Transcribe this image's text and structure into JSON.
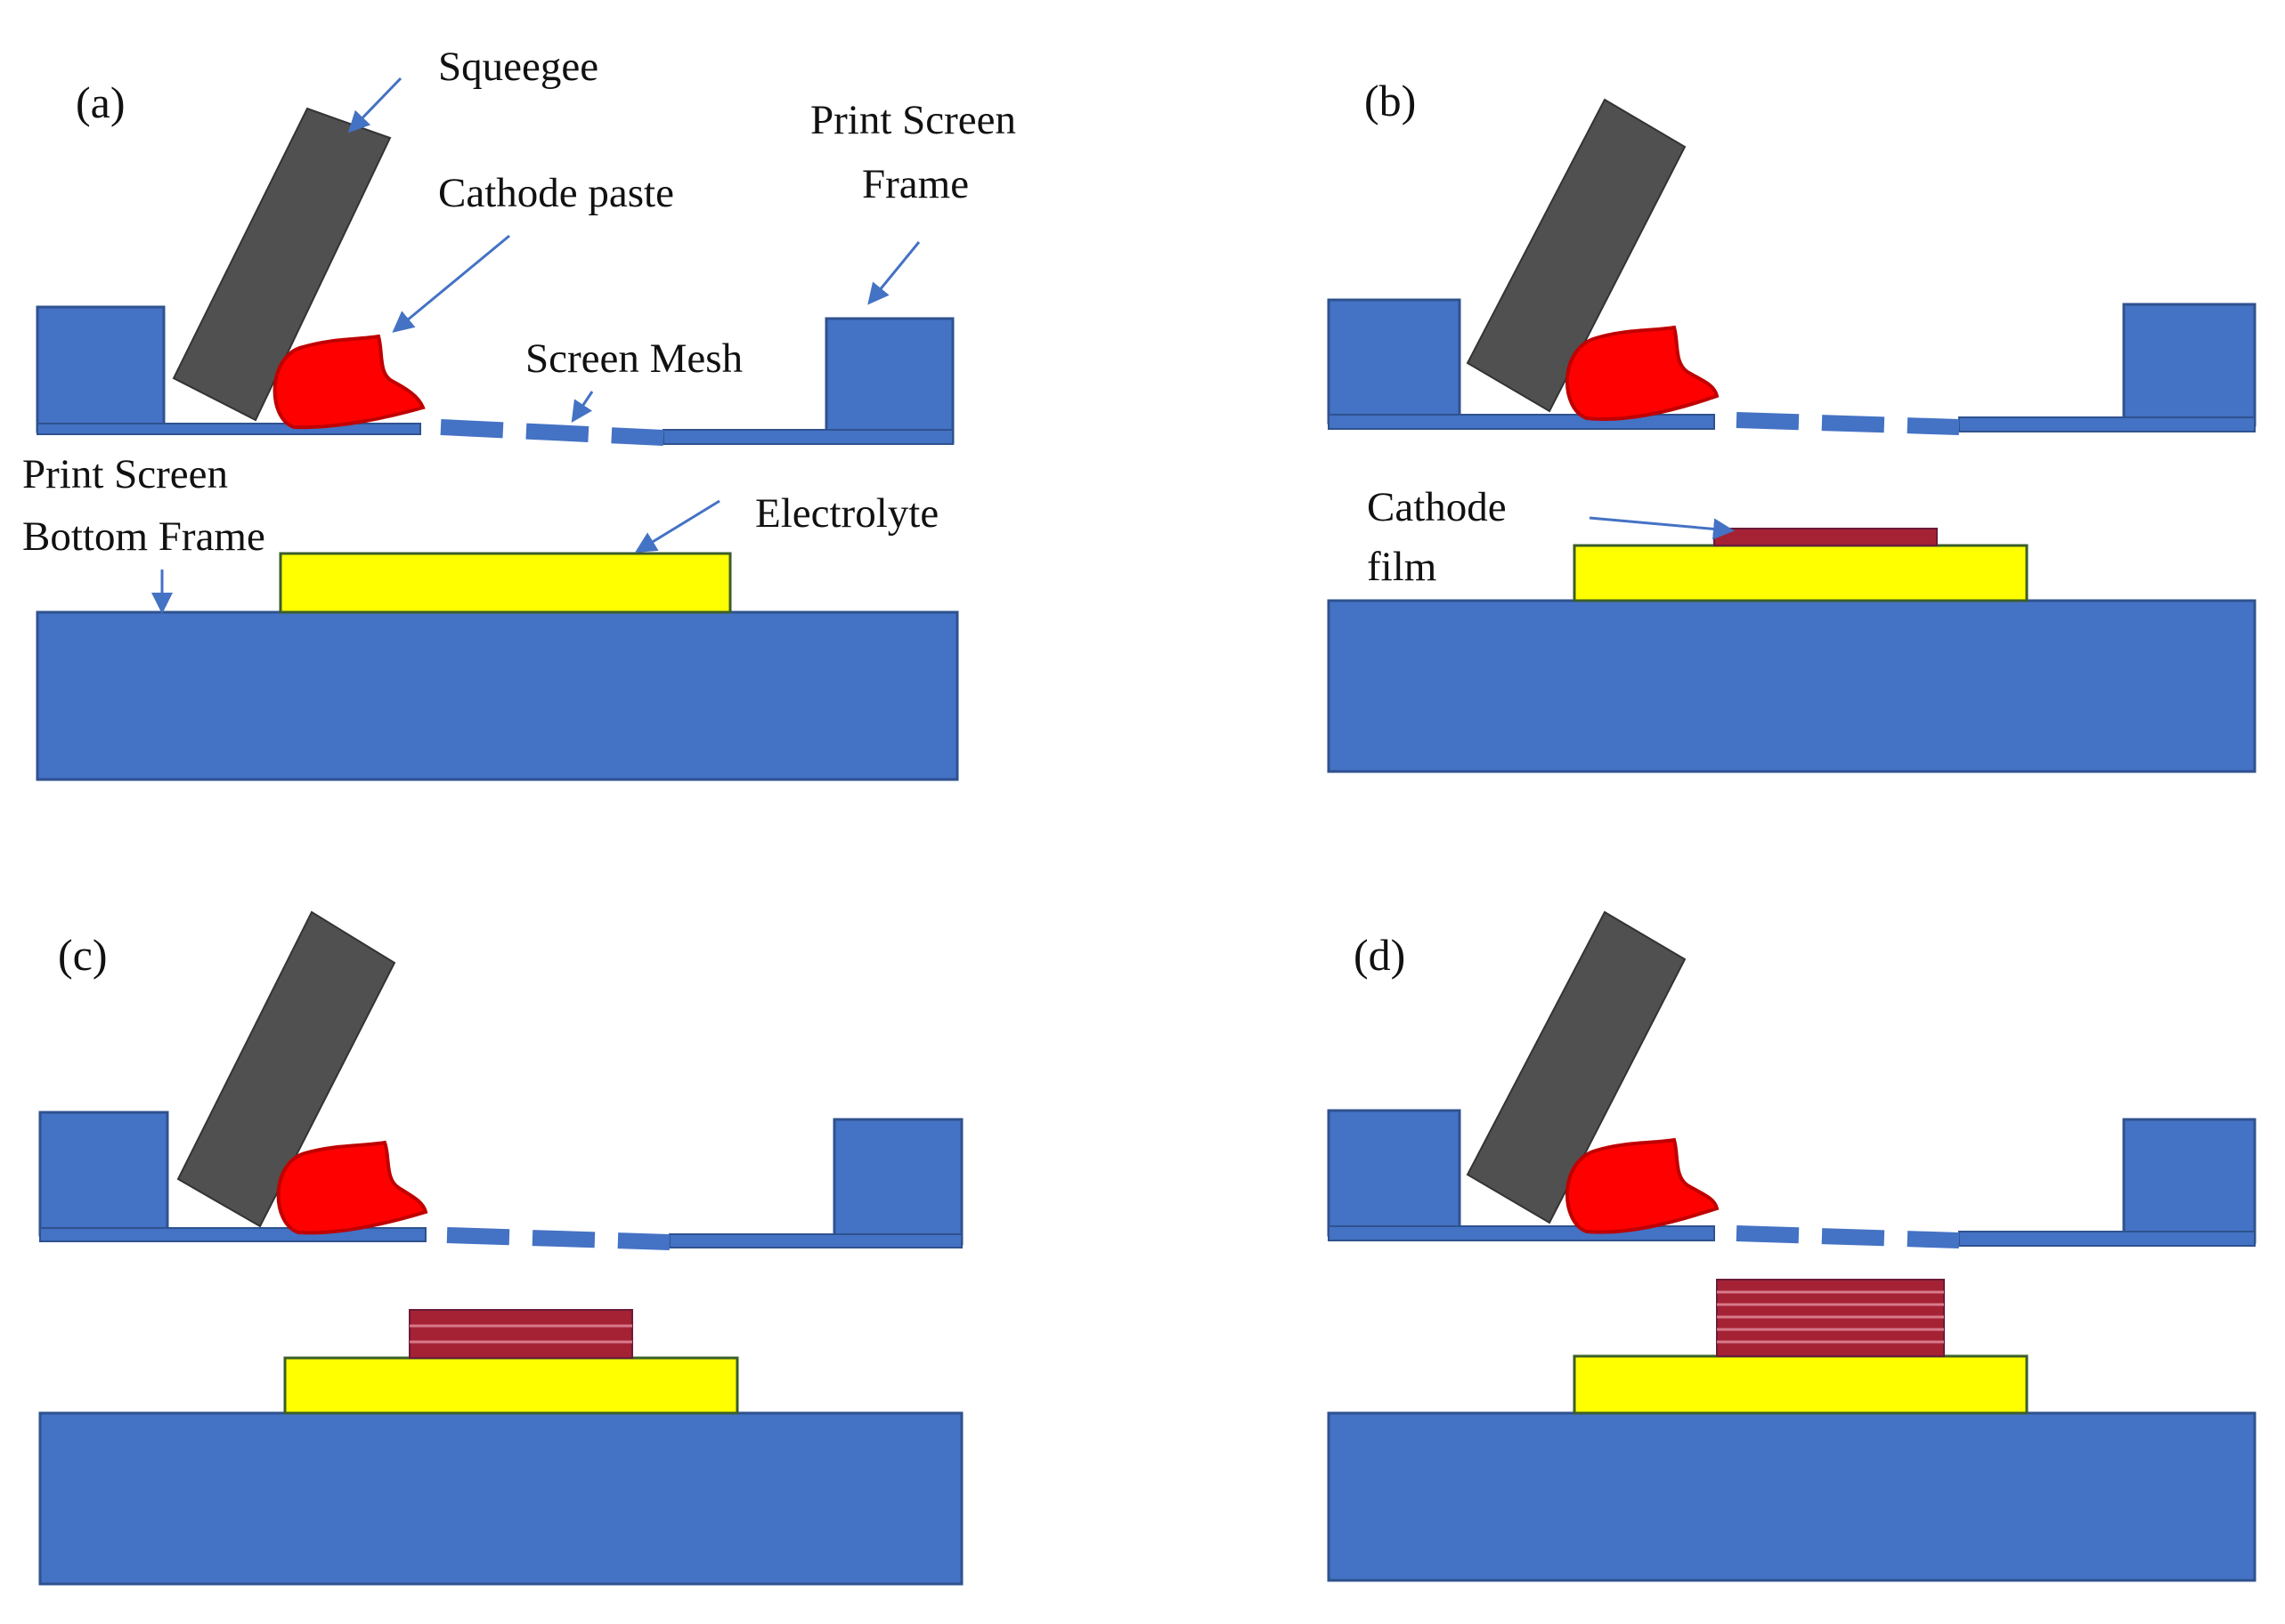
{
  "colors": {
    "frame_blue": "#4472C4",
    "frame_edge": "#2F528F",
    "squeegee": "#505050",
    "paste_red": "#FF0000",
    "paste_edge": "#C00000",
    "electrolyte_yellow": "#FFFF00",
    "film_dark_red": "#A52234",
    "film_line": "#6A1B3A",
    "arrow_blue": "#4472C4"
  },
  "panels": [
    {
      "label": "(a)",
      "callouts": {
        "squeegee": "Squeegee",
        "cathode_paste": "Cathode paste",
        "print_screen_frame_line1": "Print Screen",
        "print_screen_frame_line2": "Frame",
        "screen_mesh": "Screen Mesh",
        "bottom_frame_line1": "Print Screen",
        "bottom_frame_line2": "Bottom Frame",
        "electrolyte": "Electrolyte"
      },
      "film_layers": 0
    },
    {
      "label": "(b)",
      "callouts": {
        "cathode_film_line1": "Cathode",
        "cathode_film_line2": "film"
      },
      "film_layers": 1
    },
    {
      "label": "(c)",
      "film_layers": 3
    },
    {
      "label": "(d)",
      "film_layers": 6
    }
  ]
}
